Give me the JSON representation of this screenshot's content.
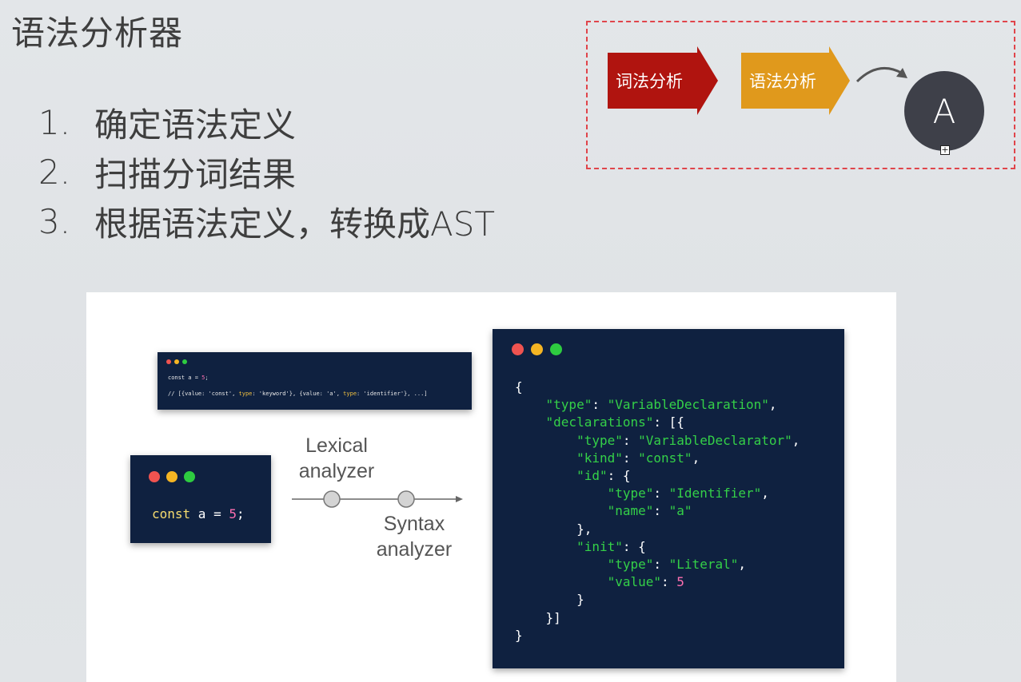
{
  "slide": {
    "title": "语法分析器",
    "steps": [
      {
        "num": "1.",
        "text": "确定语法定义"
      },
      {
        "num": "2.",
        "text": "扫描分词结果"
      },
      {
        "num": "3.",
        "text": "根据语法定义，转换成AST"
      }
    ]
  },
  "flow": {
    "lexical_label": "词法分析",
    "syntax_label": "语法分析",
    "node_label": "A",
    "colors": {
      "lexical": "#b0140f",
      "syntax": "#e0991c",
      "border": "#e0454b",
      "node": "#3e4049"
    }
  },
  "illustration": {
    "small_terminal": {
      "line1_prefix": "const a = ",
      "line1_value": "5",
      "line1_suffix": ";",
      "line2_a": "// [{value: 'const', ",
      "line2_type1": "type",
      "line2_b": ": 'keyword'}, {value: 'a', ",
      "line2_type2": "type",
      "line2_c": ": 'identifier'}, ...]"
    },
    "source_terminal": {
      "keyword": "const",
      "middle": " a = ",
      "value": "5",
      "end": ";"
    },
    "lexical_line1": "Lexical",
    "lexical_line2": "analyzer",
    "syntax_line1": "Syntax",
    "syntax_line2": "analyzer",
    "ast_terminal": {
      "type_key": "\"type\"",
      "type_val": "\"VariableDeclaration\"",
      "decl_key": "\"declarations\"",
      "d_type_key": "\"type\"",
      "d_type_val": "\"VariableDeclarator\"",
      "kind_key": "\"kind\"",
      "kind_val": "\"const\"",
      "id_key": "\"id\"",
      "id_type_key": "\"type\"",
      "id_type_val": "\"Identifier\"",
      "name_key": "\"name\"",
      "name_val": "\"a\"",
      "init_key": "\"init\"",
      "init_type_key": "\"type\"",
      "init_type_val": "\"Literal\"",
      "value_key": "\"value\"",
      "value_val": "5"
    }
  }
}
